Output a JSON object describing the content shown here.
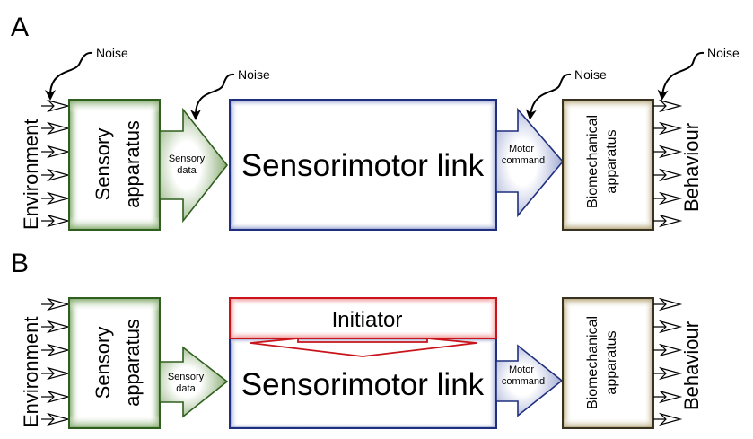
{
  "panels": [
    {
      "label": "A",
      "environment": "Environment",
      "sensory_box": [
        "Sensory",
        "apparatus"
      ],
      "sensory_arrow": [
        "Sensory",
        "data"
      ],
      "sensorimotor": "Sensorimotor link",
      "motor_arrow": [
        "Motor",
        "command"
      ],
      "biomech_box": [
        "Biomechanical",
        "apparatus"
      ],
      "behaviour": "Behaviour",
      "noise_labels": [
        "Noise",
        "Noise",
        "Noise",
        "Noise"
      ]
    },
    {
      "label": "B",
      "environment": "Environment",
      "sensory_box": [
        "Sensory",
        "apparatus"
      ],
      "sensory_arrow": [
        "Sensory",
        "data"
      ],
      "initiator": "Initiator",
      "sensorimotor": "Sensorimotor link",
      "motor_arrow": [
        "Motor",
        "command"
      ],
      "biomech_box": [
        "Biomechanical",
        "apparatus"
      ],
      "behaviour": "Behaviour"
    }
  ],
  "colors": {
    "sensory": "#2f5f1e",
    "sensory_fill": "#6f9a55",
    "sensorimotor": "#1f2f7f",
    "sensorimotor_glow": "#8a96c8",
    "motor_fill": "#8a96c8",
    "biomech": "#3a3220",
    "biomech_glow": "#a89a6a",
    "initiator": "#c8141a",
    "initiator_glow": "#ef8a8a"
  }
}
